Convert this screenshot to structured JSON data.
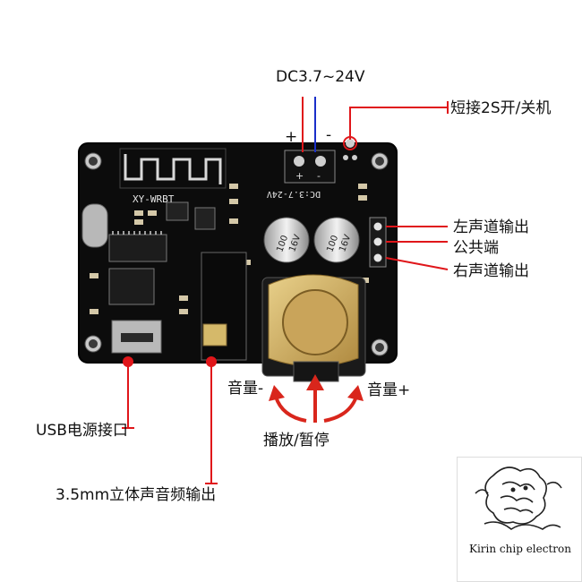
{
  "power": {
    "voltage_label": "DC3.7~24V",
    "plus": "+",
    "minus": "-"
  },
  "switch_label": "短接2S开/关机",
  "outputs": {
    "left": "左声道输出",
    "common": "公共端",
    "right": "右声道输出"
  },
  "controls": {
    "vol_down": "音量-",
    "vol_up": "音量+",
    "play_pause": "播放/暂停"
  },
  "usb_label": "USB电源接口",
  "jack_label": "3.5mm立体声音频输出",
  "board": {
    "model": "XY-WRBT",
    "voltage_silk": "DC:3.7-24V",
    "cap_value": "100",
    "cap_volt": "16V"
  },
  "watermark": "Kirin chip electron",
  "colors": {
    "pcb": "#111111",
    "annotation_red": "#e0161a",
    "annotation_blue": "#1a2fc9",
    "arrow_red": "#d9261c"
  }
}
